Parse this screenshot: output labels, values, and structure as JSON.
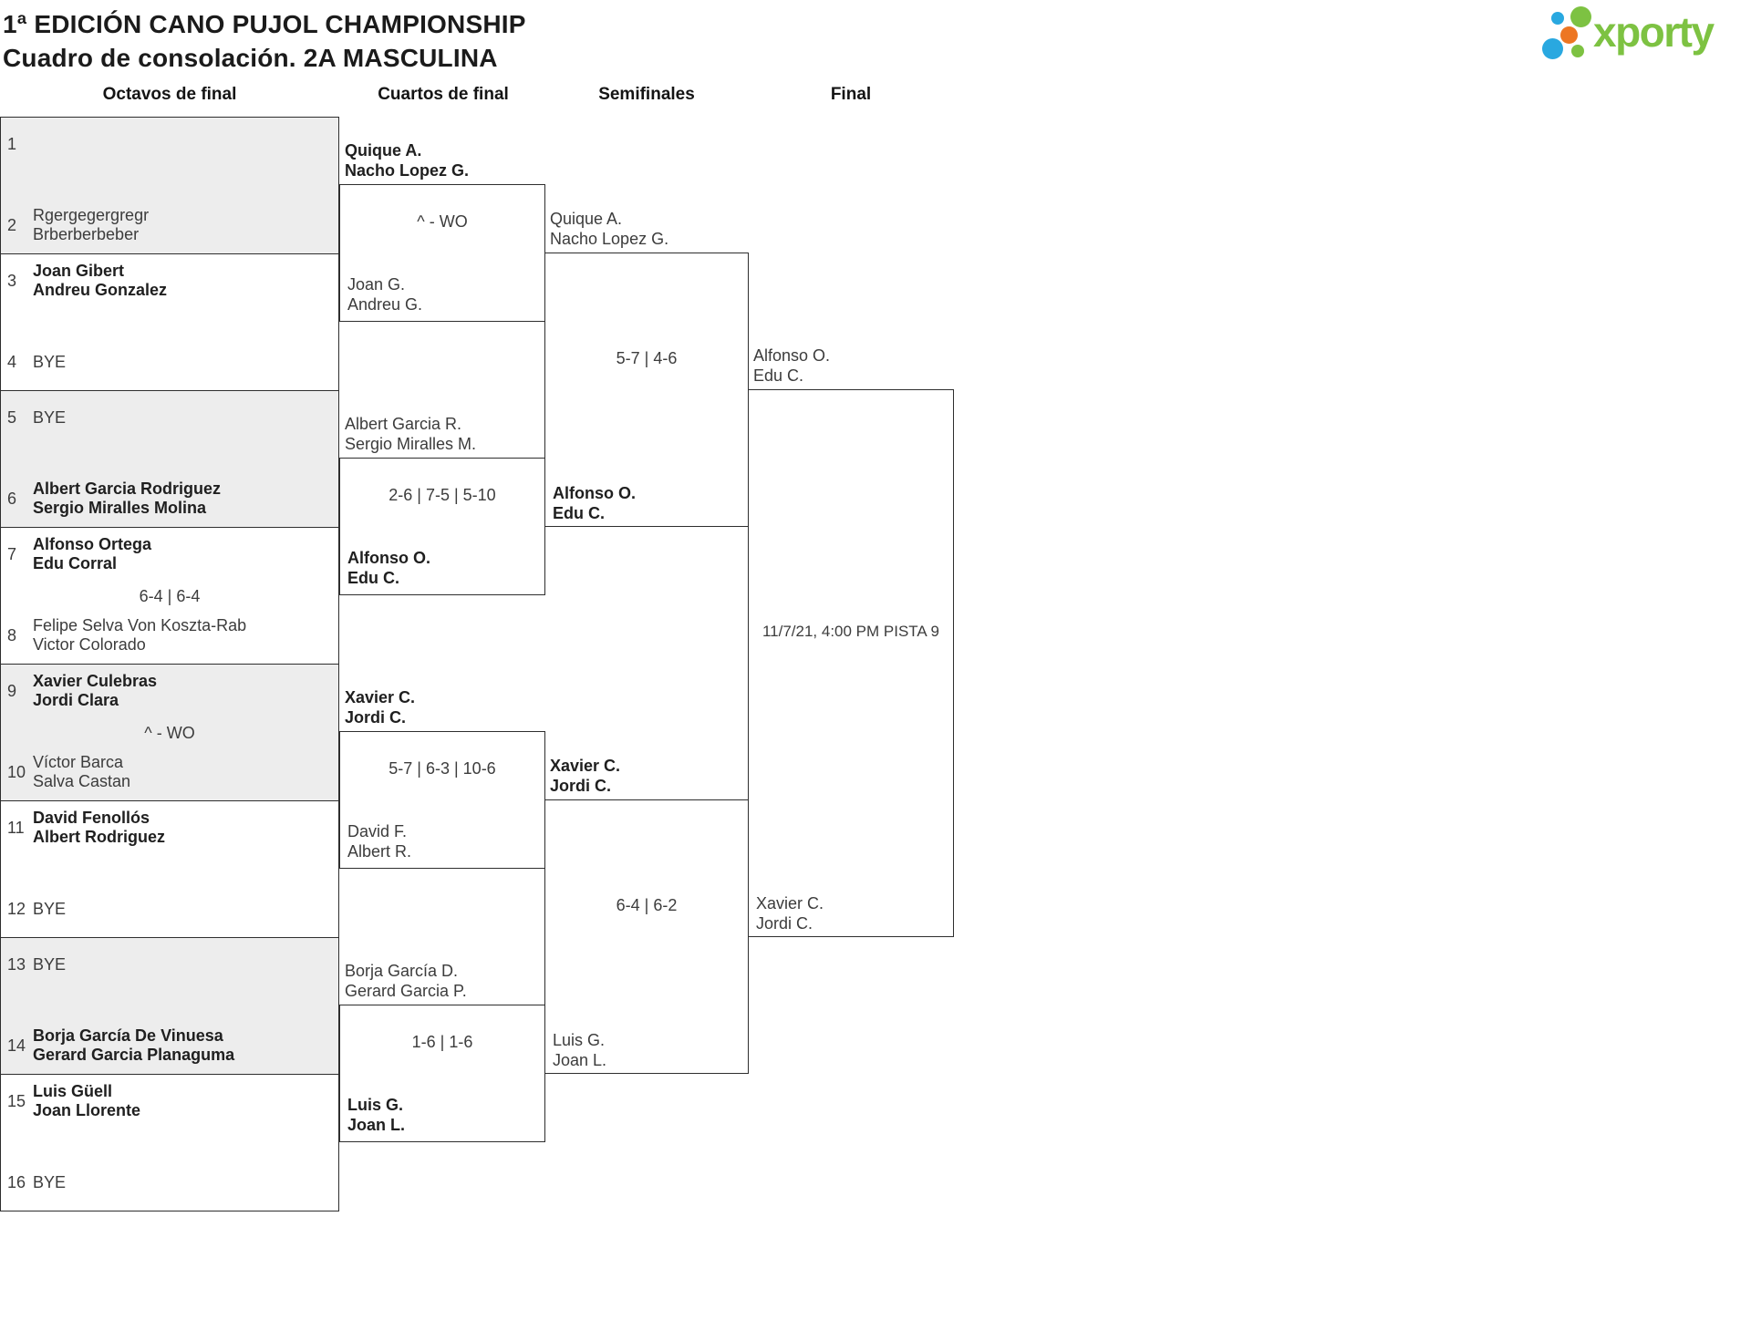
{
  "header": {
    "title_line1": "1ª EDICIÓN CANO PUJOL CHAMPIONSHIP",
    "title_line2": "Cuadro de consolación. 2A MASCULINA",
    "logo_text": "xporty"
  },
  "round_headers": [
    "Octavos de final",
    "Cuartos de final",
    "Semifinales",
    "Final"
  ],
  "colors": {
    "logo_green": "#7dc242",
    "logo_blue": "#29a8e0",
    "logo_orange": "#ed7622",
    "shaded_row": "#ededed",
    "line": "#2e2e2e"
  },
  "octavos": {
    "pairs": [
      {
        "slot_top": {
          "num": "1",
          "line1": "",
          "line2": ""
        },
        "score": "",
        "slot_bottom": {
          "num": "2",
          "line1": "Rgergegergregr",
          "line2": "Brberberbeber"
        }
      },
      {
        "slot_top": {
          "num": "3",
          "line1": "Joan Gibert",
          "line2": "Andreu Gonzalez"
        },
        "score": "",
        "slot_bottom": {
          "num": "4",
          "line1": "BYE",
          "line2": ""
        }
      },
      {
        "slot_top": {
          "num": "5",
          "line1": "BYE",
          "line2": ""
        },
        "score": "",
        "slot_bottom": {
          "num": "6",
          "line1": "Albert Garcia Rodriguez",
          "line2": "Sergio Miralles Molina"
        }
      },
      {
        "slot_top": {
          "num": "7",
          "line1": "Alfonso Ortega",
          "line2": "Edu Corral"
        },
        "score": "6-4 | 6-4",
        "slot_bottom": {
          "num": "8",
          "line1": "Felipe Selva Von Koszta-Rab",
          "line2": "Victor Colorado"
        }
      },
      {
        "slot_top": {
          "num": "9",
          "line1": "Xavier Culebras",
          "line2": "Jordi Clara"
        },
        "score": "^ - WO",
        "slot_bottom": {
          "num": "10",
          "line1": "Víctor Barca",
          "line2": "Salva Castan"
        }
      },
      {
        "slot_top": {
          "num": "11",
          "line1": "David Fenollós",
          "line2": "Albert Rodriguez"
        },
        "score": "",
        "slot_bottom": {
          "num": "12",
          "line1": "BYE",
          "line2": ""
        }
      },
      {
        "slot_top": {
          "num": "13",
          "line1": "BYE",
          "line2": ""
        },
        "score": "",
        "slot_bottom": {
          "num": "14",
          "line1": "Borja García De Vinuesa",
          "line2": "Gerard Garcia Planaguma"
        }
      },
      {
        "slot_top": {
          "num": "15",
          "line1": "Luis Güell",
          "line2": "Joan Llorente"
        },
        "score": "",
        "slot_bottom": {
          "num": "16",
          "line1": "BYE",
          "line2": ""
        }
      }
    ]
  },
  "cuartos": {
    "matches": [
      {
        "team_top": {
          "line1": "Quique A.",
          "line2": "Nacho Lopez G."
        },
        "score": "^ - WO",
        "team_bottom": {
          "line1": "Joan G.",
          "line2": "Andreu G."
        }
      },
      {
        "team_top": {
          "line1": "Albert Garcia R.",
          "line2": "Sergio Miralles M."
        },
        "score": "2-6 | 7-5 | 5-10",
        "team_bottom": {
          "line1": "Alfonso O.",
          "line2": "Edu C."
        }
      },
      {
        "team_top": {
          "line1": "Xavier C.",
          "line2": "Jordi C."
        },
        "score": "5-7 | 6-3 | 10-6",
        "team_bottom": {
          "line1": "David F.",
          "line2": "Albert R."
        }
      },
      {
        "team_top": {
          "line1": "Borja García D.",
          "line2": "Gerard Garcia P."
        },
        "score": "1-6 | 1-6",
        "team_bottom": {
          "line1": "Luis G.",
          "line2": "Joan L."
        }
      }
    ]
  },
  "semifinales": {
    "matches": [
      {
        "team_top": {
          "line1": "Quique A.",
          "line2": "Nacho Lopez G."
        },
        "score": "5-7 | 4-6",
        "team_bottom": {
          "line1": "Alfonso O.",
          "line2": "Edu C."
        }
      },
      {
        "team_top": {
          "line1": "Xavier C.",
          "line2": "Jordi C."
        },
        "score": "6-4 | 6-2",
        "team_bottom": {
          "line1": "Luis G.",
          "line2": "Joan L."
        }
      }
    ]
  },
  "final": {
    "team_top": {
      "line1": "Alfonso O.",
      "line2": "Edu C."
    },
    "schedule": "11/7/21, 4:00 PM PISTA 9",
    "team_bottom": {
      "line1": "Xavier C.",
      "line2": "Jordi C."
    }
  }
}
